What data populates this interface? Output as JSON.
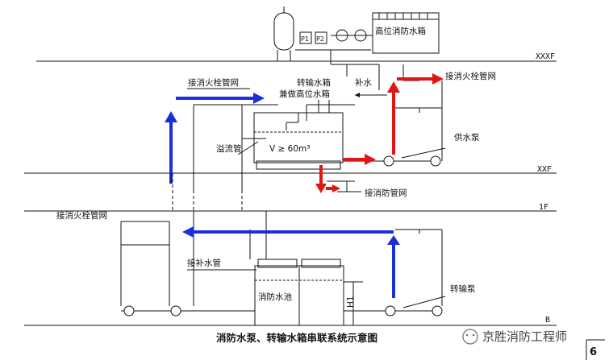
{
  "levels": {
    "top": "XXXF",
    "mid": "XXF",
    "first": "1F",
    "base": "B"
  },
  "labels": {
    "high_tank": "高位消防水箱",
    "p1": "P1",
    "p2": "P2",
    "hydrant_left_top": "接消火栓管网",
    "transfer_tank": "转输水箱",
    "concurrent_tank": "兼做高位水箱",
    "makeup": "补水",
    "hydrant_right_top": "接消火栓管网",
    "overflow": "溢流管",
    "volume": "V ≥ 60m³",
    "supply_pump": "供水泵",
    "fire_network": "接消防管网",
    "hydrant_left_1f": "接消火栓管网",
    "makeup_pipe": "接补水管",
    "pool": "消防水池",
    "h1": "H1",
    "transfer_pump": "转输泵",
    "title": "消防水泵、转输水箱串联系统示意图",
    "watermark": "京胜消防工程师",
    "page_mark": "6"
  },
  "colors": {
    "supply_flow": "#e21515",
    "transfer_flow": "#1a2fd8",
    "line": "#111111"
  }
}
